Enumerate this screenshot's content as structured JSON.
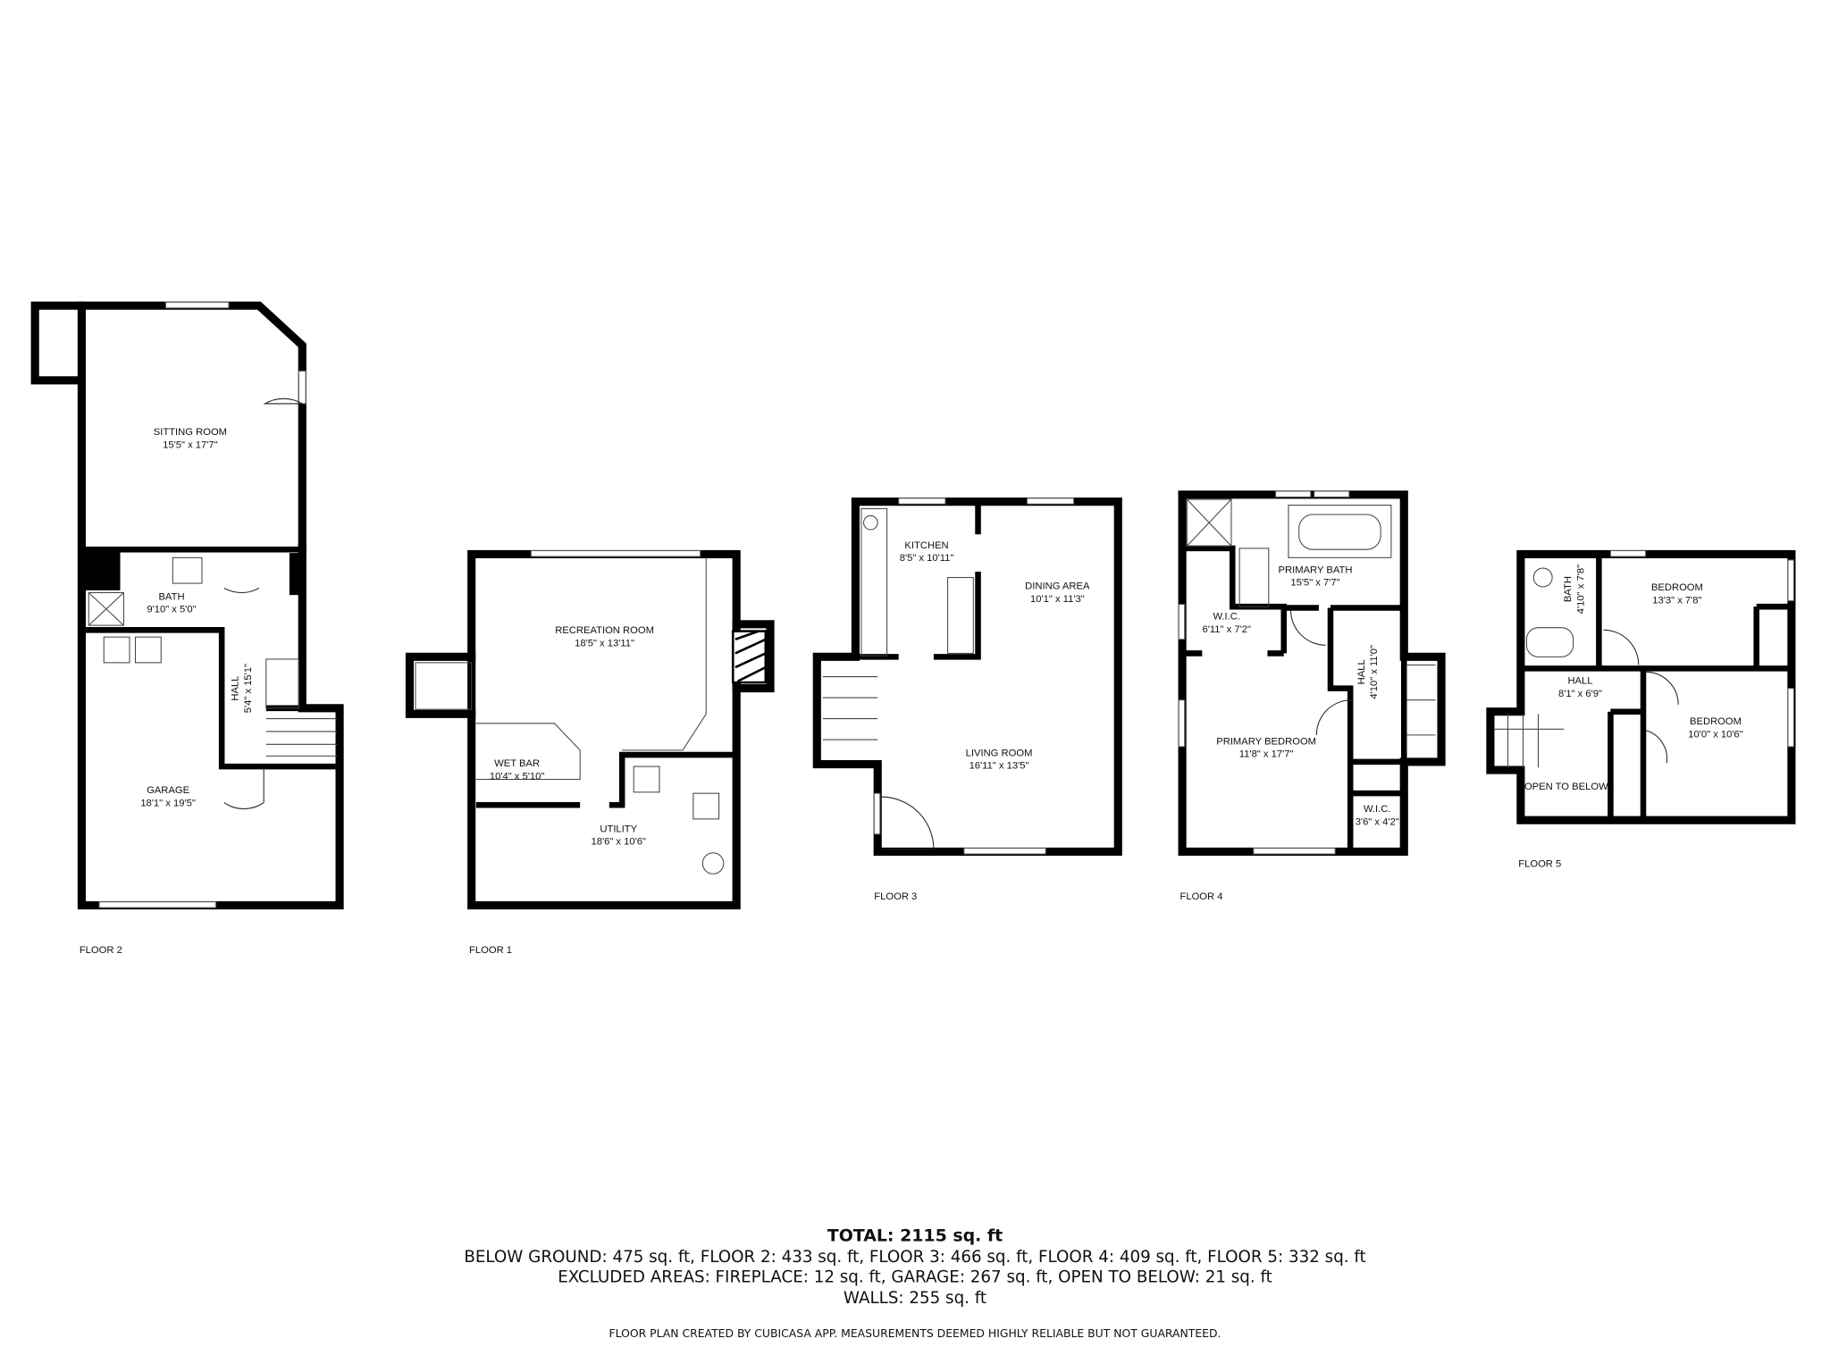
{
  "floors": {
    "floor2": {
      "label": "FLOOR 2",
      "rooms": [
        {
          "name": "SITTING ROOM",
          "dims": "15'5\" x 17'7\""
        },
        {
          "name": "BATH",
          "dims": "9'10\" x 5'0\""
        },
        {
          "name": "HALL",
          "dims": "5'4\" x 15'1\""
        },
        {
          "name": "GARAGE",
          "dims": "18'1\" x 19'5\""
        }
      ]
    },
    "floor1": {
      "label": "FLOOR 1",
      "rooms": [
        {
          "name": "RECREATION ROOM",
          "dims": "18'5\" x 13'11\""
        },
        {
          "name": "WET BAR",
          "dims": "10'4\" x 5'10\""
        },
        {
          "name": "UTILITY",
          "dims": "18'6\" x 10'6\""
        }
      ]
    },
    "floor3": {
      "label": "FLOOR 3",
      "rooms": [
        {
          "name": "KITCHEN",
          "dims": "8'5\" x 10'11\""
        },
        {
          "name": "DINING AREA",
          "dims": "10'1\" x 11'3\""
        },
        {
          "name": "LIVING ROOM",
          "dims": "16'11\" x 13'5\""
        }
      ]
    },
    "floor4": {
      "label": "FLOOR 4",
      "rooms": [
        {
          "name": "PRIMARY BATH",
          "dims": "15'5\" x 7'7\""
        },
        {
          "name": "W.I.C.",
          "dims": "6'11\" x 7'2\""
        },
        {
          "name": "HALL",
          "dims": "4'10\" x 11'0\""
        },
        {
          "name": "PRIMARY BEDROOM",
          "dims": "11'8\" x 17'7\""
        },
        {
          "name": "W.I.C.",
          "dims": "3'6\" x 4'2\""
        }
      ]
    },
    "floor5": {
      "label": "FLOOR 5",
      "rooms": [
        {
          "name": "BATH",
          "dims": "4'10\" x 7'8\""
        },
        {
          "name": "BEDROOM",
          "dims": "13'3\" x 7'8\""
        },
        {
          "name": "HALL",
          "dims": "8'1\" x 6'9\""
        },
        {
          "name": "BEDROOM",
          "dims": "10'0\" x 10'6\""
        },
        {
          "name": "OPEN TO BELOW",
          "dims": ""
        }
      ]
    }
  },
  "summary": {
    "total": "TOTAL: 2115 sq. ft",
    "breakdown": "BELOW GROUND: 475 sq. ft, FLOOR 2: 433 sq. ft, FLOOR 3: 466 sq. ft, FLOOR 4: 409 sq. ft, FLOOR 5: 332 sq. ft",
    "excluded": "EXCLUDED AREAS: FIREPLACE: 12 sq. ft, GARAGE: 267 sq. ft, OPEN TO BELOW: 21 sq. ft",
    "walls": "WALLS: 255 sq. ft",
    "disclaimer": "FLOOR PLAN CREATED BY CUBICASA APP. MEASUREMENTS DEEMED HIGHLY RELIABLE BUT NOT GUARANTEED."
  }
}
